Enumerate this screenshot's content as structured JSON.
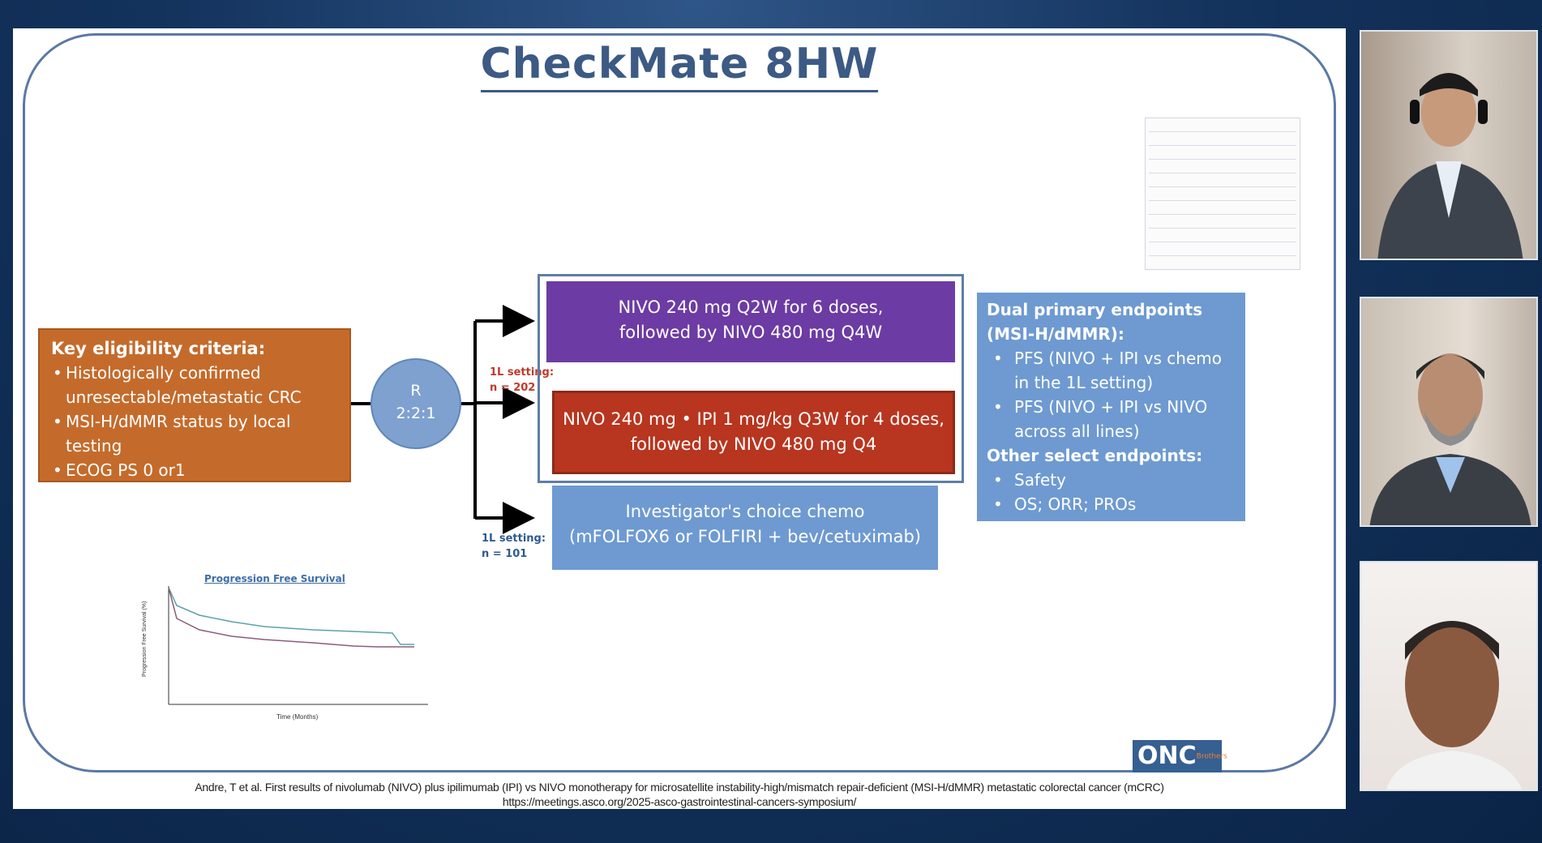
{
  "slide": {
    "title": "CheckMate 8HW",
    "eligibility": {
      "heading": "Key eligibility criteria:",
      "items": [
        "Histologically confirmed unresectable/metastatic CRC",
        "MSI-H/dMMR status by local testing",
        "ECOG PS 0 or1"
      ]
    },
    "randomization": {
      "label": "R",
      "ratio": "2:2:1"
    },
    "arms": [
      {
        "line1": "NIVO 240 mg Q2W for 6 doses,",
        "line2": "followed by NIVO 480 mg Q4W"
      },
      {
        "line1": "NIVO 240 mg • IPI 1 mg/kg Q3W for 4 doses,",
        "line2": "followed by NIVO 480 mg Q4"
      },
      {
        "line1": "Investigator's choice chemo",
        "line2": "(mFOLFOX6 or FOLFIRI + bev/cetuximab)"
      }
    ],
    "settings": [
      {
        "line1": "1L setting:",
        "line2": "n = 202"
      },
      {
        "line1": "1L setting:",
        "line2": "n = 101"
      }
    ],
    "endpoints": {
      "primary_heading": "Dual primary endpoints (MSI-H/dMMR):",
      "primary": [
        "PFS (NIVO + IPI vs chemo in the 1L setting)",
        "PFS (NIVO + IPI vs NIVO across all lines)"
      ],
      "other_heading": "Other select endpoints:",
      "other": [
        "Safety",
        "OS; ORR; PROs"
      ]
    },
    "pfs_chart": {
      "title": "Progression Free Survival",
      "ylabel": "Progression Free Survival (%)",
      "xlabel": "Time (Months)"
    },
    "logo": {
      "text": "ONC",
      "sub": "Brothers"
    },
    "citation": {
      "line1": "Andre, T et al. First results of nivolumab (NIVO) plus ipilimumab (IPI) vs NIVO monotherapy for microsatellite instability-high/mismatch repair-deficient (MSI-H/dMMR) metastatic colorectal cancer (mCRC)",
      "line2": "https://meetings.asco.org/2025-asco-gastrointestinal-cancers-symposium/"
    }
  },
  "colors": {
    "eligibility": "#c46b2c",
    "arm1": "#6c3ba3",
    "arm2": "#b8351f",
    "arm3": "#6e9ad1",
    "title": "#3c5a84"
  }
}
